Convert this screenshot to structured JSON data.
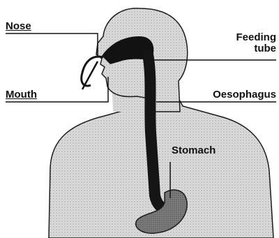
{
  "labels": {
    "nose": "Nose",
    "mouth": "Mouth",
    "feeding_line1": "Feeding",
    "feeding_line2": "tube",
    "oesophagus": "Oesophagus",
    "stomach": "Stomach"
  },
  "colors": {
    "body_fill": "#d9d9d9",
    "outline": "#1a1a1a",
    "tube": "#151515",
    "stomach_fill": "#8a8a8a"
  }
}
